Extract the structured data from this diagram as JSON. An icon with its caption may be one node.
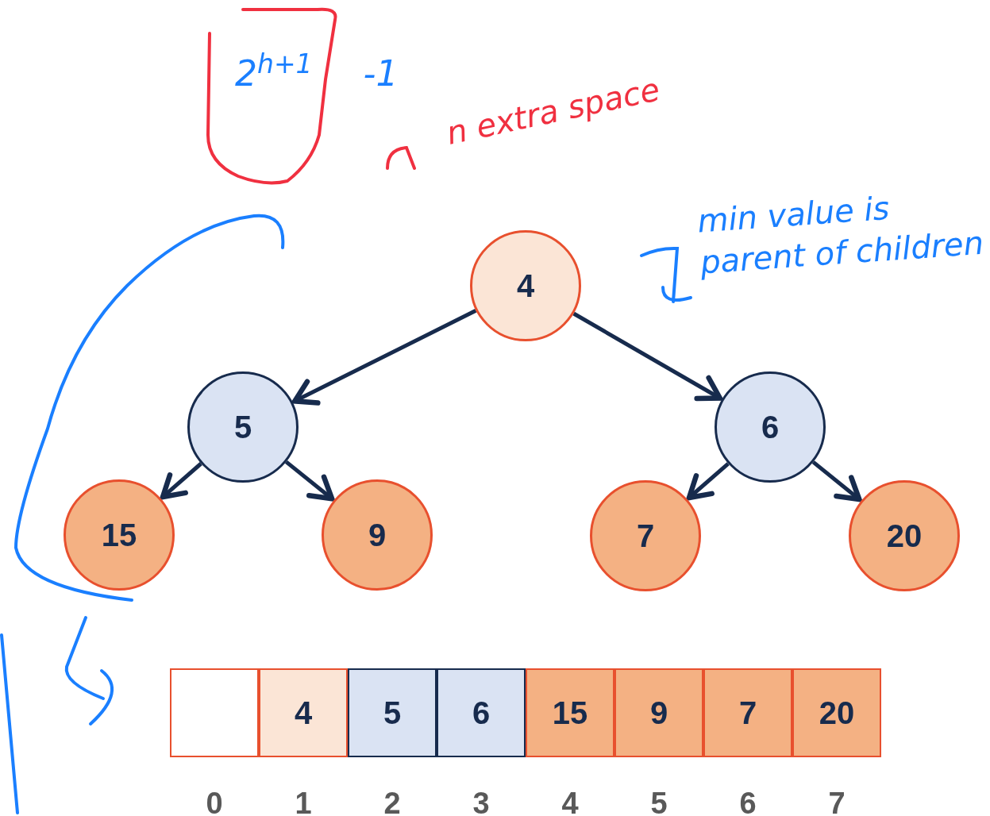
{
  "diagram": {
    "nodes": [
      {
        "text": [
          "4"
        ]
      },
      {
        "text": [
          "5"
        ]
      },
      {
        "text": [
          "6"
        ]
      },
      {
        "text": [
          "15"
        ]
      },
      {
        "text": [
          "9"
        ]
      },
      {
        "text": [
          "7"
        ]
      },
      {
        "text": [
          "20"
        ]
      },
      {
        "text": [],
        "shape": "box"
      },
      {
        "text": [
          "4"
        ]
      },
      {
        "text": [
          "5"
        ]
      },
      {
        "text": [
          "6"
        ]
      },
      {
        "text": [
          "15"
        ]
      },
      {
        "text": [
          "9"
        ]
      },
      {
        "text": [
          "7"
        ]
      },
      {
        "text": [
          "20"
        ]
      }
    ],
    "edges": [
      {
        "from": 0,
        "to": 1,
        "arrow": "to"
      },
      {
        "from": 0,
        "to": 2,
        "arrow": "to"
      },
      {
        "from": 1,
        "to": 3,
        "arrow": "to"
      },
      {
        "from": 1,
        "to": 4,
        "arrow": "to"
      },
      {
        "from": 2,
        "to": 5,
        "arrow": "to"
      },
      {
        "from": 2,
        "to": 6,
        "arrow": "to"
      }
    ],
    "labels": [
      "2$^{h+1}$ -1",
      "n extra space",
      "min value is parent of children",
      "0",
      "1",
      "2",
      "3",
      "4",
      "5",
      "6",
      "7"
    ]
  }
}
